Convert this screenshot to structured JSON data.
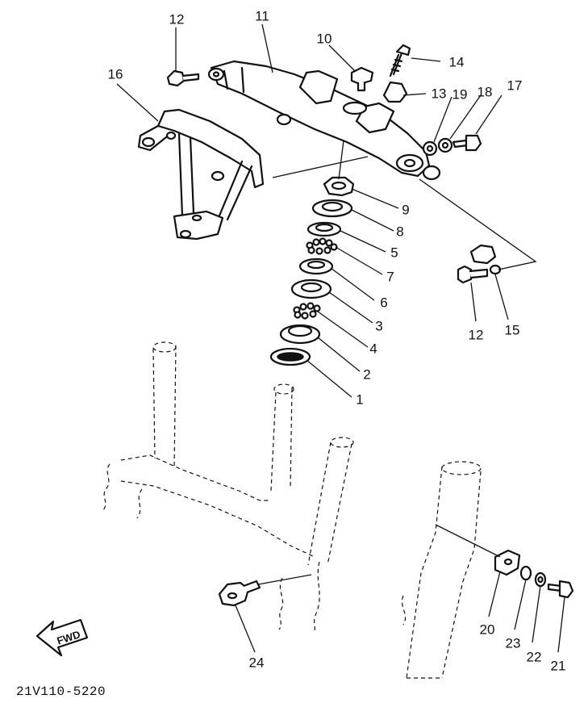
{
  "callouts": {
    "c1": "1",
    "c2": "2",
    "c3": "3",
    "c4": "4",
    "c5": "5",
    "c6": "6",
    "c7": "7",
    "c8": "8",
    "c9": "9",
    "c10": "10",
    "c11": "11",
    "c12a": "12",
    "c12b": "12",
    "c13": "13",
    "c14": "14",
    "c15": "15",
    "c16": "16",
    "c17": "17",
    "c18": "18",
    "c19": "19",
    "c20": "20",
    "c21": "21",
    "c22": "22",
    "c23": "23",
    "c24": "24"
  },
  "fwd_label": "FWD",
  "diagram_code": "21V110-5220",
  "colors": {
    "ink": "#111111",
    "paper": "#ffffff"
  }
}
